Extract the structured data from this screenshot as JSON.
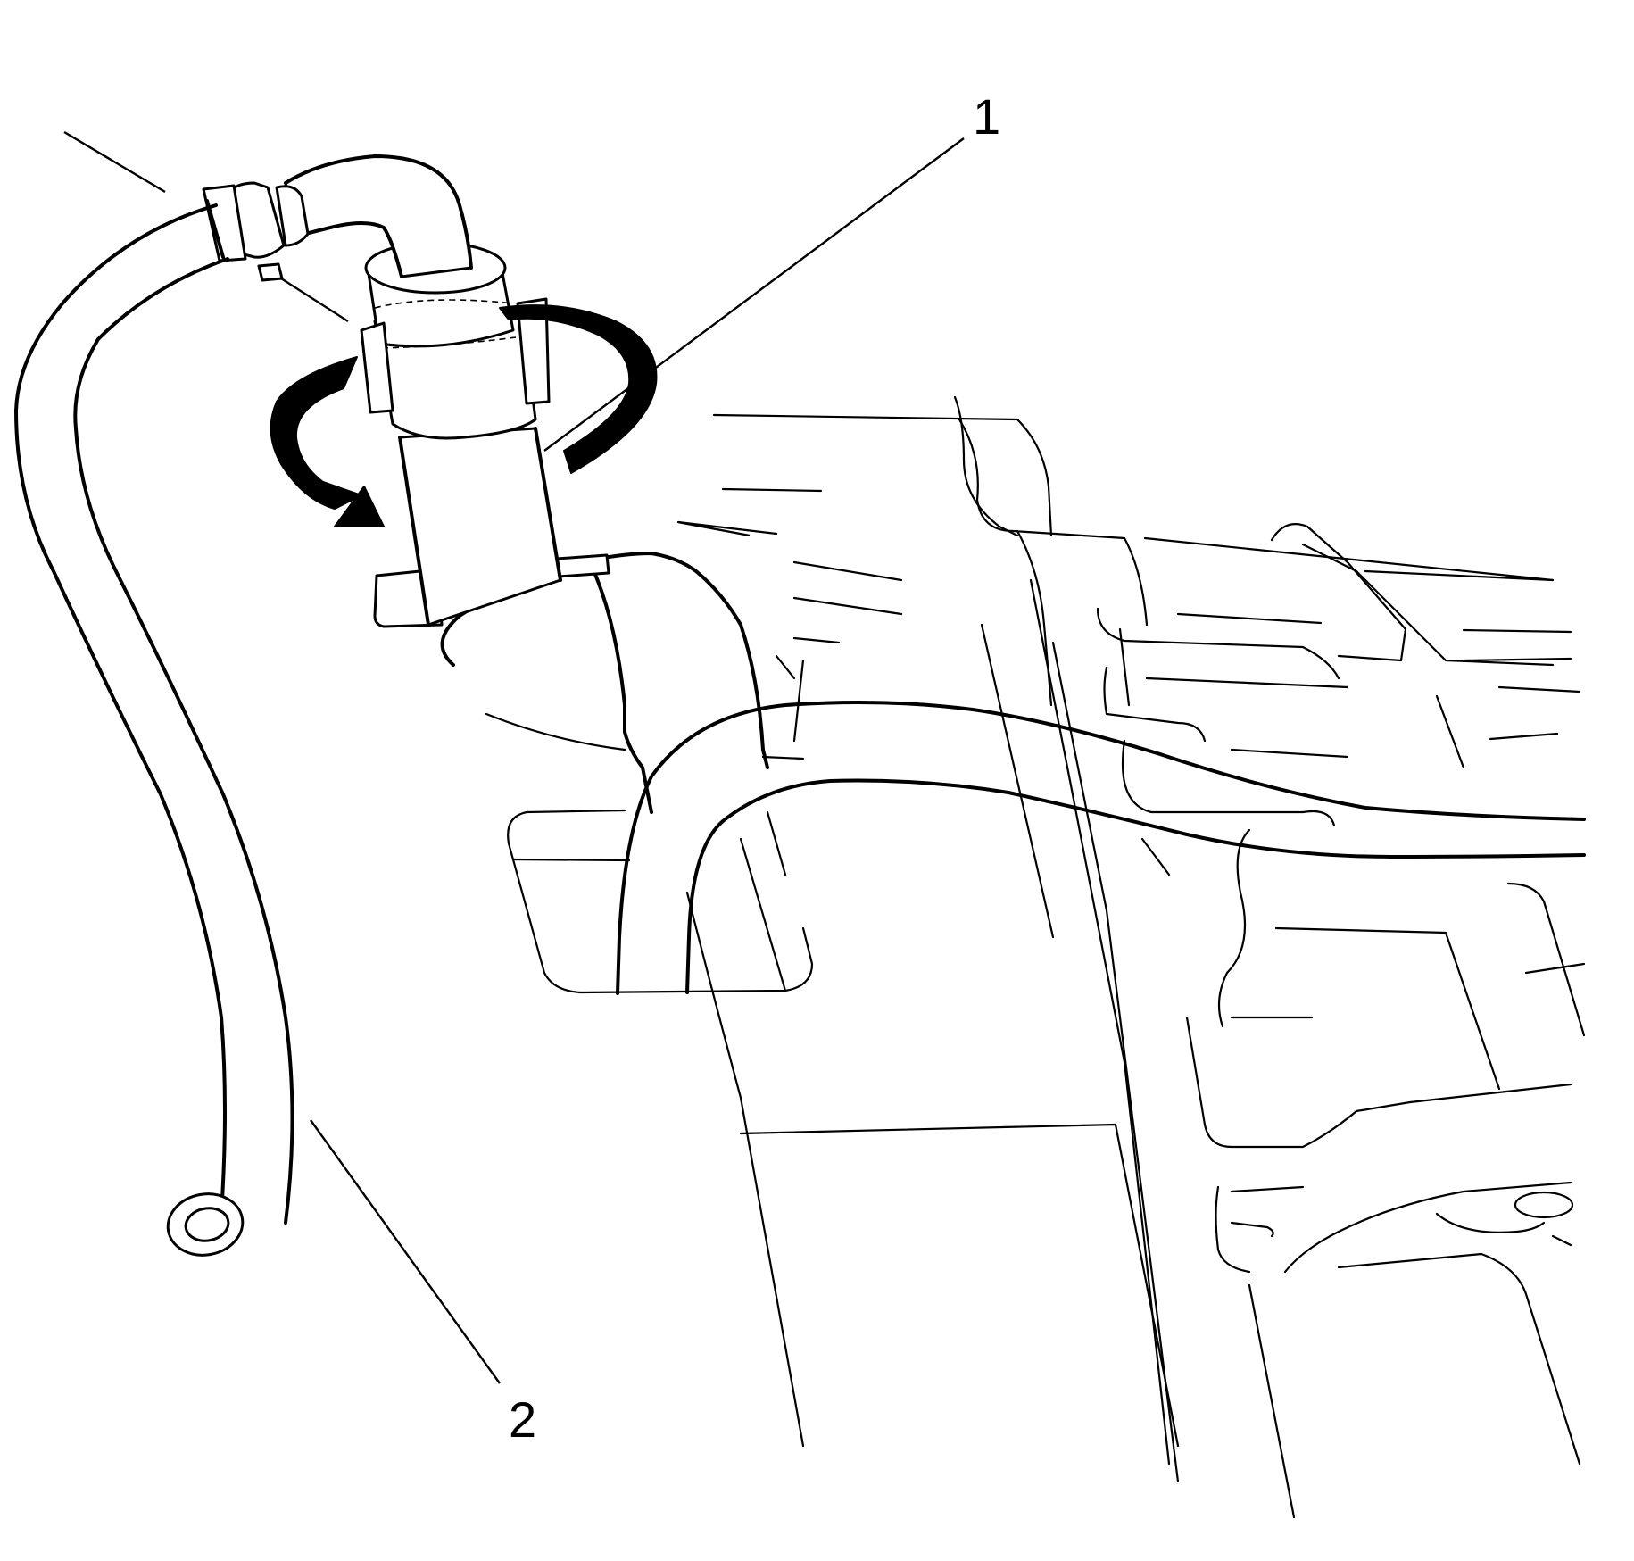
{
  "callouts": [
    {
      "id": "1",
      "text": "1"
    },
    {
      "id": "2",
      "text": "2"
    }
  ],
  "icons": [
    "rotation-arrow-icon"
  ]
}
